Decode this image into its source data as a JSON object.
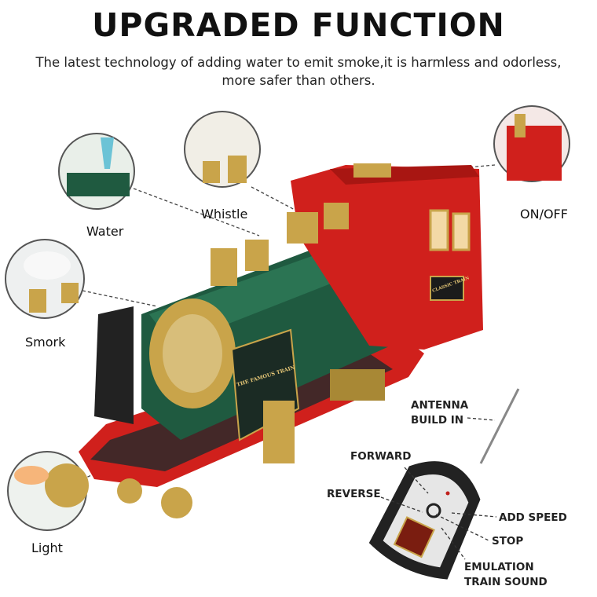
{
  "header": {
    "title": "UPGRADED FUNCTION",
    "subtitle_line1": "The latest technology of adding water to emit smoke,it is harmless and odorless,",
    "subtitle_line2": "more safer than others."
  },
  "callouts": {
    "water": "Water",
    "whistle": "Whistle",
    "on_off": "ON/OFF",
    "smoke": "Smork",
    "light": "Light"
  },
  "remote": {
    "antenna_line1": "ANTENNA",
    "antenna_line2": "BUILD IN",
    "forward": "FORWARD",
    "reverse": "REVERSE",
    "add_speed": "ADD SPEED",
    "stop": "STOP",
    "sound_line1": "EMULATION",
    "sound_line2": "TRAIN SOUND"
  },
  "train_plate": {
    "nameplate": "CLASSIC TRAIN",
    "side_plate": "THE FAMOUS TRAIN"
  },
  "colors": {
    "train_red": "#d0201c",
    "boiler_green": "#1f5a40",
    "brass": "#c9a44a",
    "remote_black": "#222222"
  }
}
